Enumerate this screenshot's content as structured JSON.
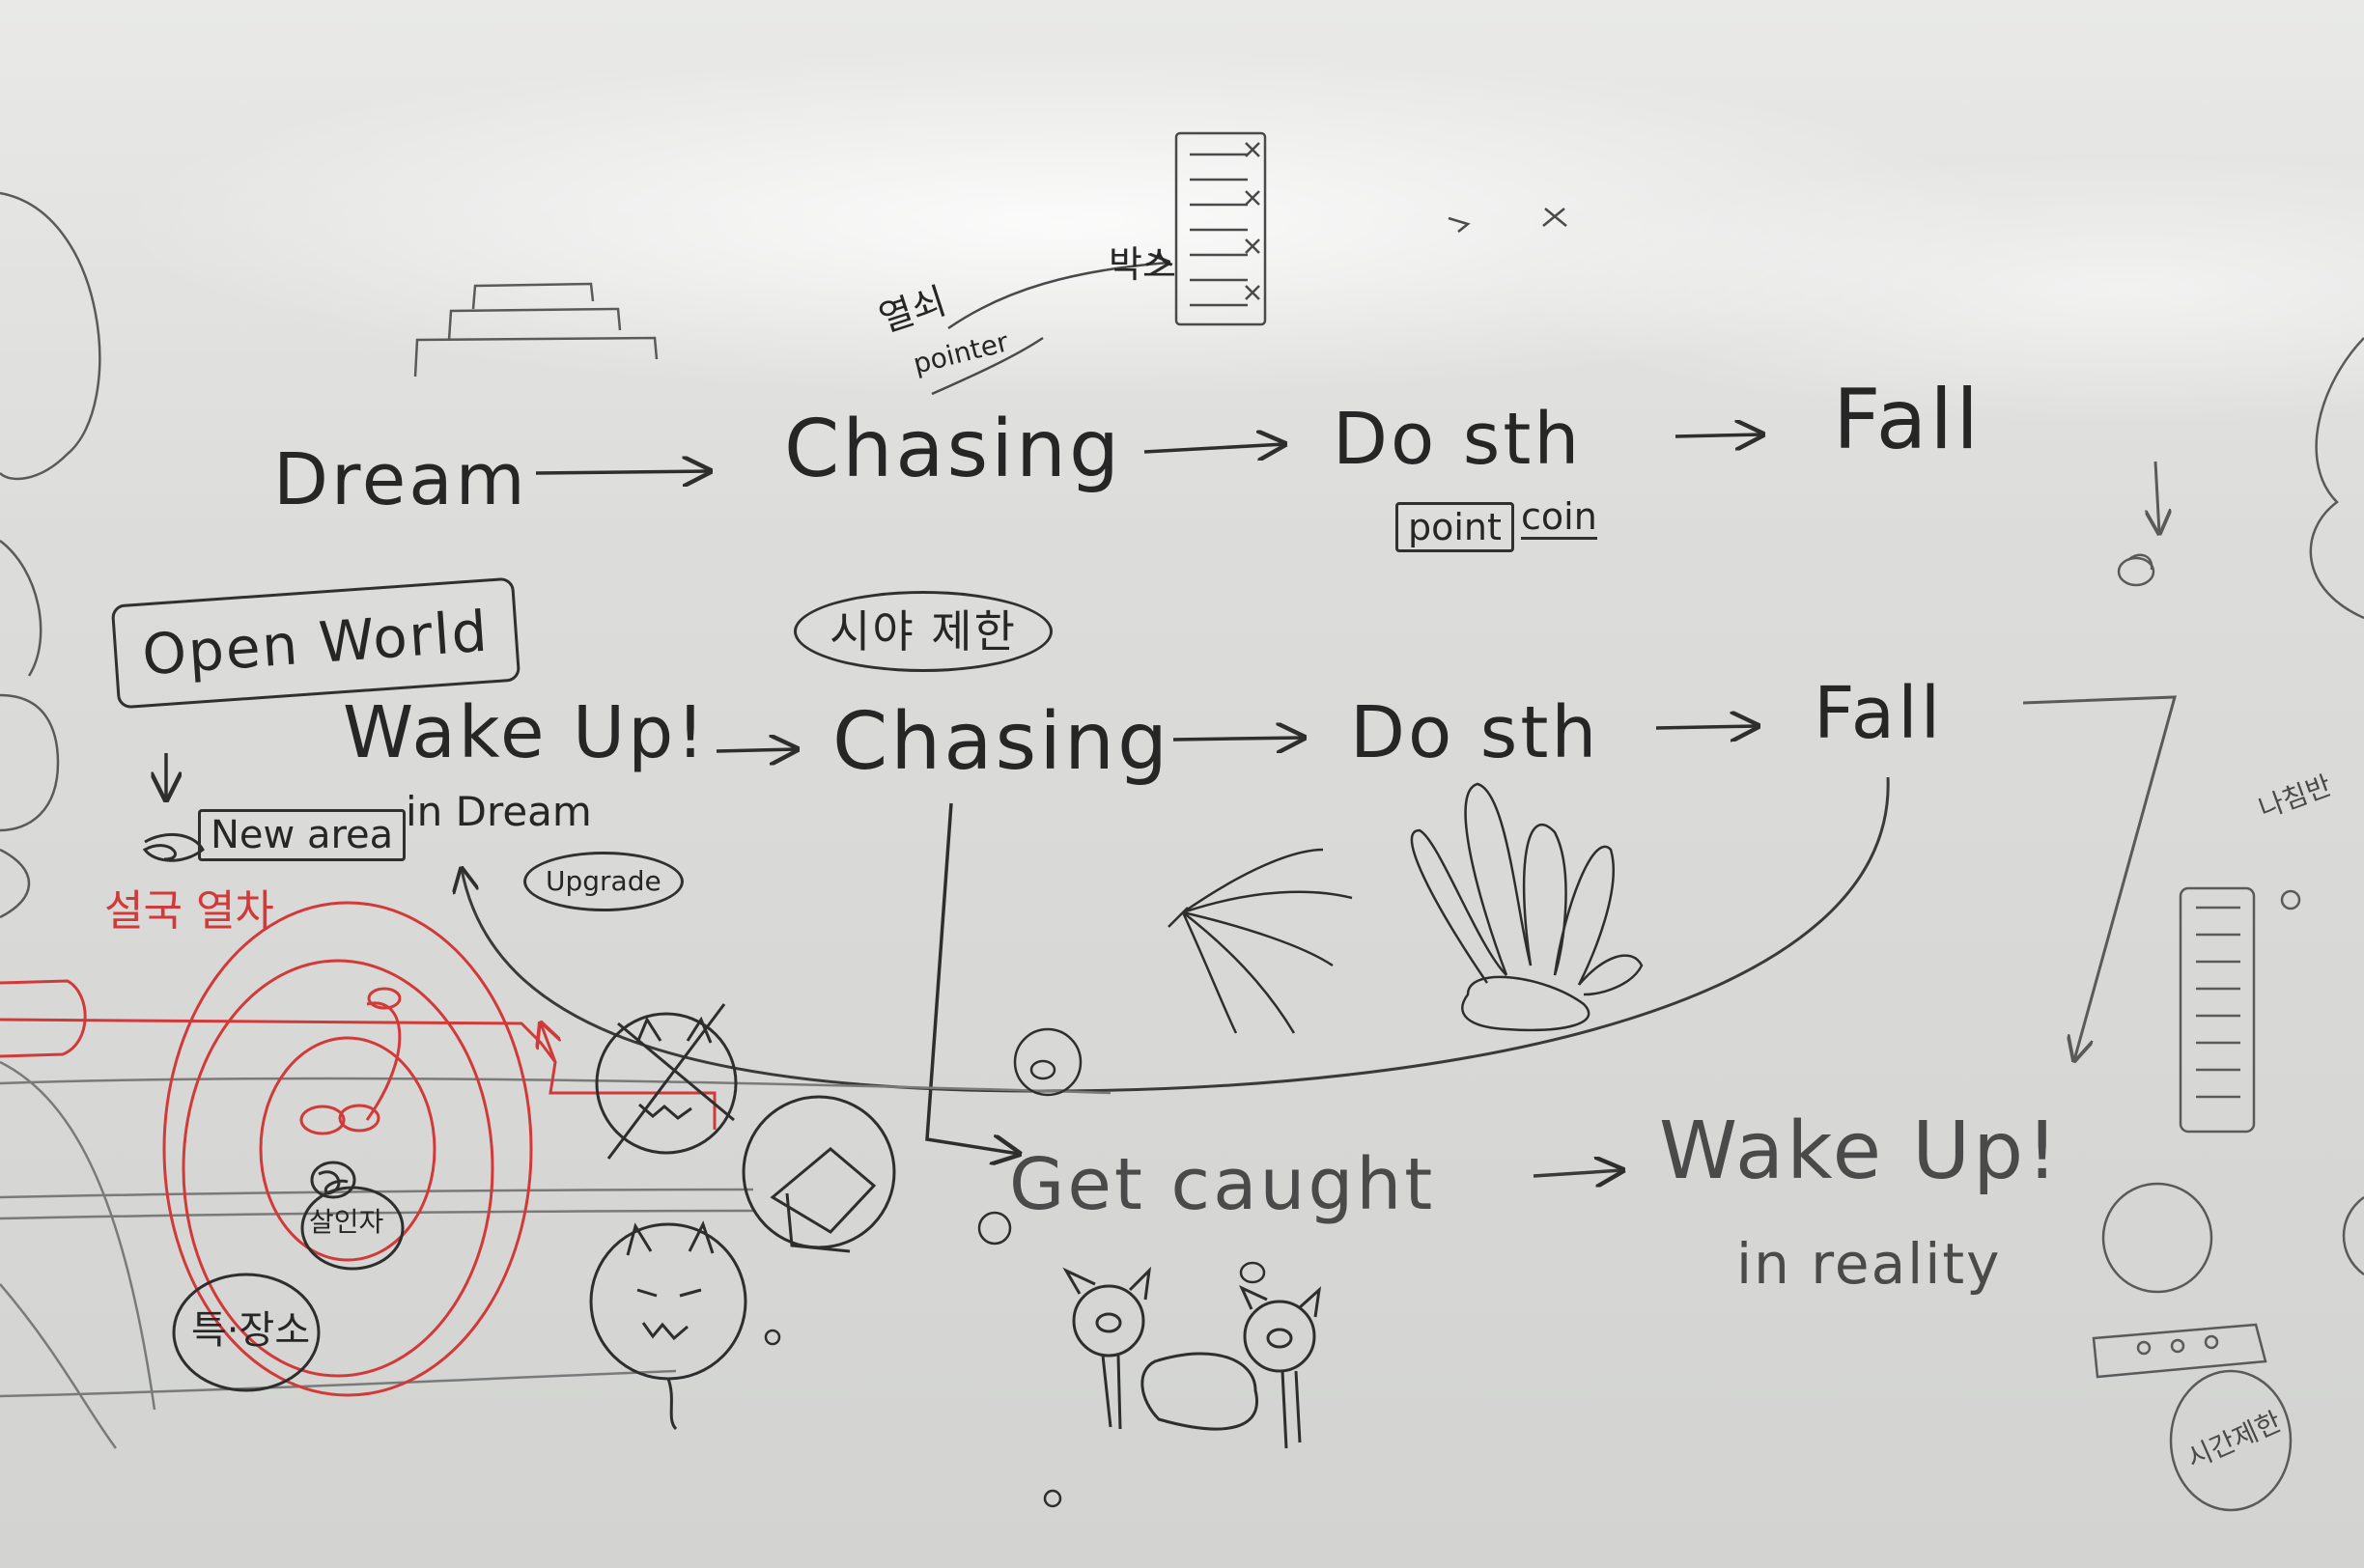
{
  "flow_top": {
    "dream": "Dream",
    "chasing": "Chasing",
    "do_sth": "Do  sth",
    "fall": "Fall",
    "point": "point",
    "coin": "coin"
  },
  "flow_middle": {
    "wake_up": "Wake  Up!",
    "chasing": "Chasing",
    "do_sth": "Do   sth",
    "fall": "Fall",
    "vision_limit": "시야 제한"
  },
  "flow_bottom": {
    "get_caught": "Get caught",
    "wake_up": "Wake Up!",
    "in_reality": "in reality"
  },
  "open_world": {
    "title": "Open World",
    "new_area": "New area",
    "in_dream": "in Dream",
    "upgrade": "Upgrade"
  },
  "notes": {
    "red_note": "설국 열차",
    "pointer_ko": "열쇠",
    "pointer_en": "pointer",
    "box_ko": "박스",
    "special_place": "특·장소",
    "circle_label": "살인자",
    "right_note": "나침반",
    "right_bottom": "시간제한"
  }
}
